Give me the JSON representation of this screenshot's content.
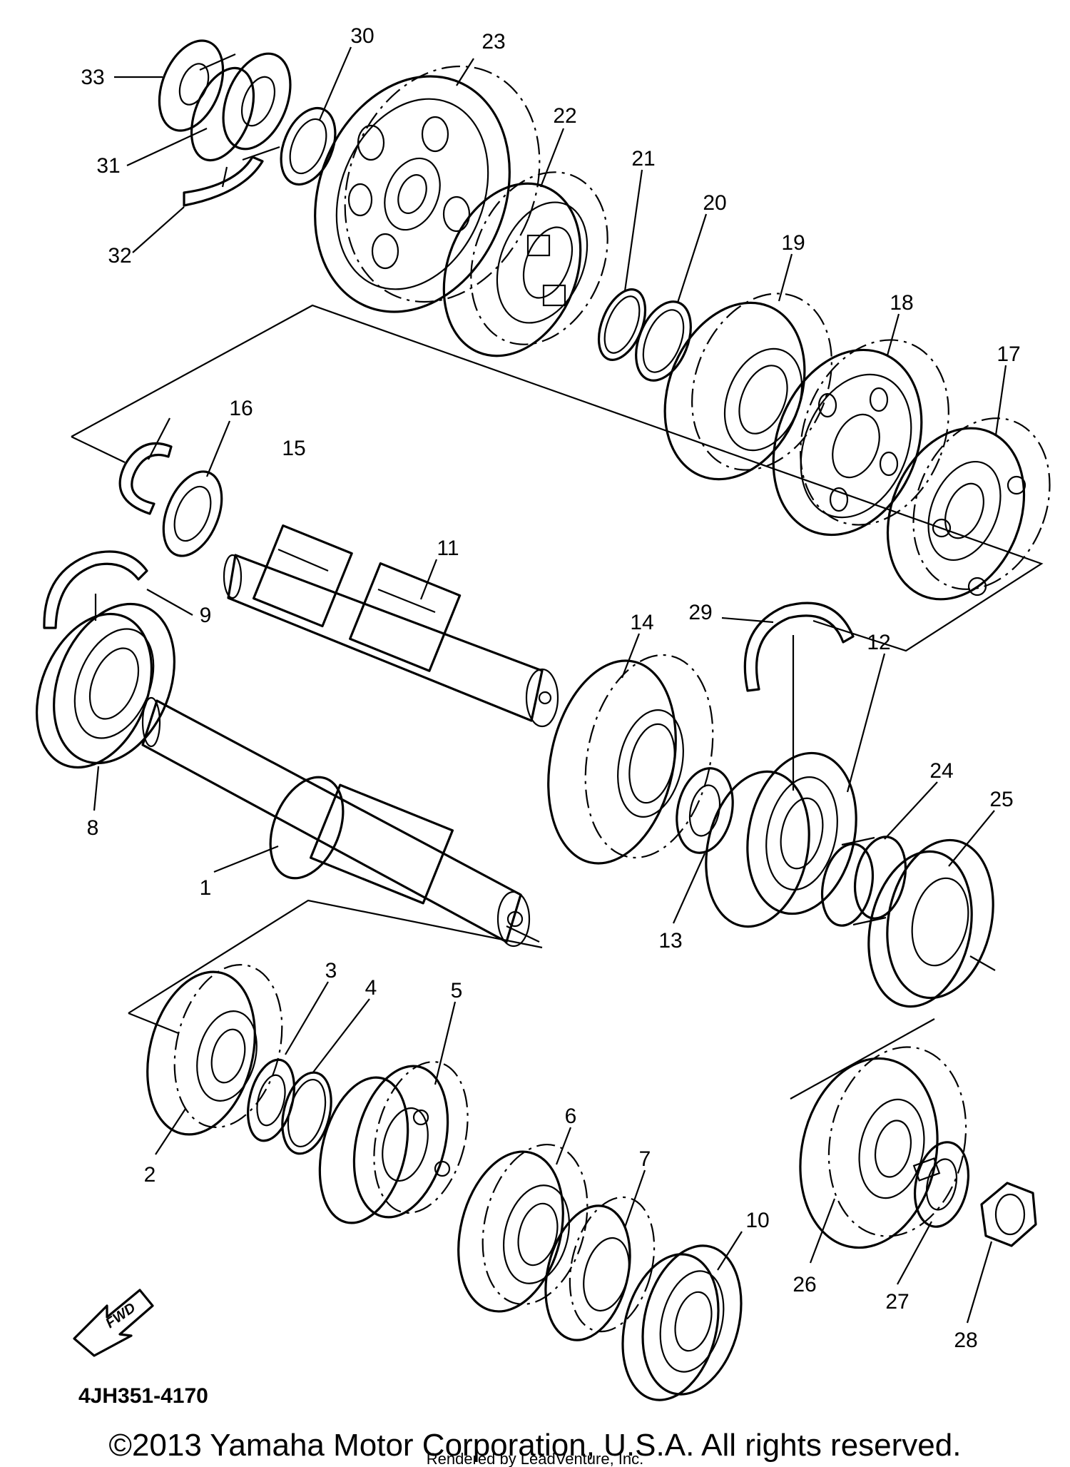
{
  "diagram": {
    "part_numbers": [
      "1",
      "2",
      "3",
      "4",
      "5",
      "6",
      "7",
      "8",
      "9",
      "10",
      "11",
      "12",
      "13",
      "14",
      "15",
      "16",
      "17",
      "18",
      "19",
      "20",
      "21",
      "22",
      "23",
      "24",
      "25",
      "26",
      "27",
      "28",
      "29",
      "30",
      "31",
      "32",
      "33"
    ],
    "fwd_label": "FWD",
    "diagram_code": "4JH351-4170"
  },
  "footer": {
    "copyright": "©2013 Yamaha Motor Corporation, U.S.A. All rights reserved.",
    "rendered_by": "Rendered by LeadVenture, Inc."
  }
}
